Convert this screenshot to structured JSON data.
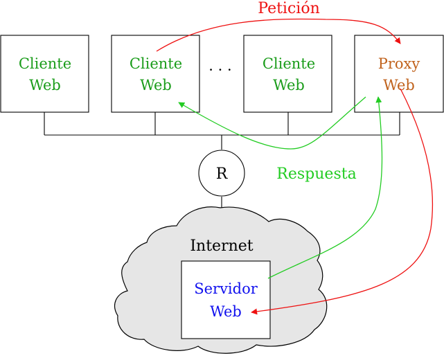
{
  "colors": {
    "client_text": "#1a9c1a",
    "proxy_text": "#c0621c",
    "server_text": "#1010ee",
    "request_arrow": "#ee1111",
    "response_arrow": "#22cc22",
    "cloud_fill": "#e6e6e6"
  },
  "clients": [
    {
      "line1": "Cliente",
      "line2": "Web"
    },
    {
      "line1": "Cliente",
      "line2": "Web"
    },
    {
      "line1": "Cliente",
      "line2": "Web"
    }
  ],
  "ellipsis": "· · ·",
  "proxy": {
    "line1": "Proxy",
    "line2": "Web"
  },
  "router": {
    "label": "R"
  },
  "internet": {
    "label": "Internet"
  },
  "server": {
    "line1": "Servidor",
    "line2": "Web"
  },
  "request": {
    "label": "Petición"
  },
  "response": {
    "label": "Respuesta"
  }
}
